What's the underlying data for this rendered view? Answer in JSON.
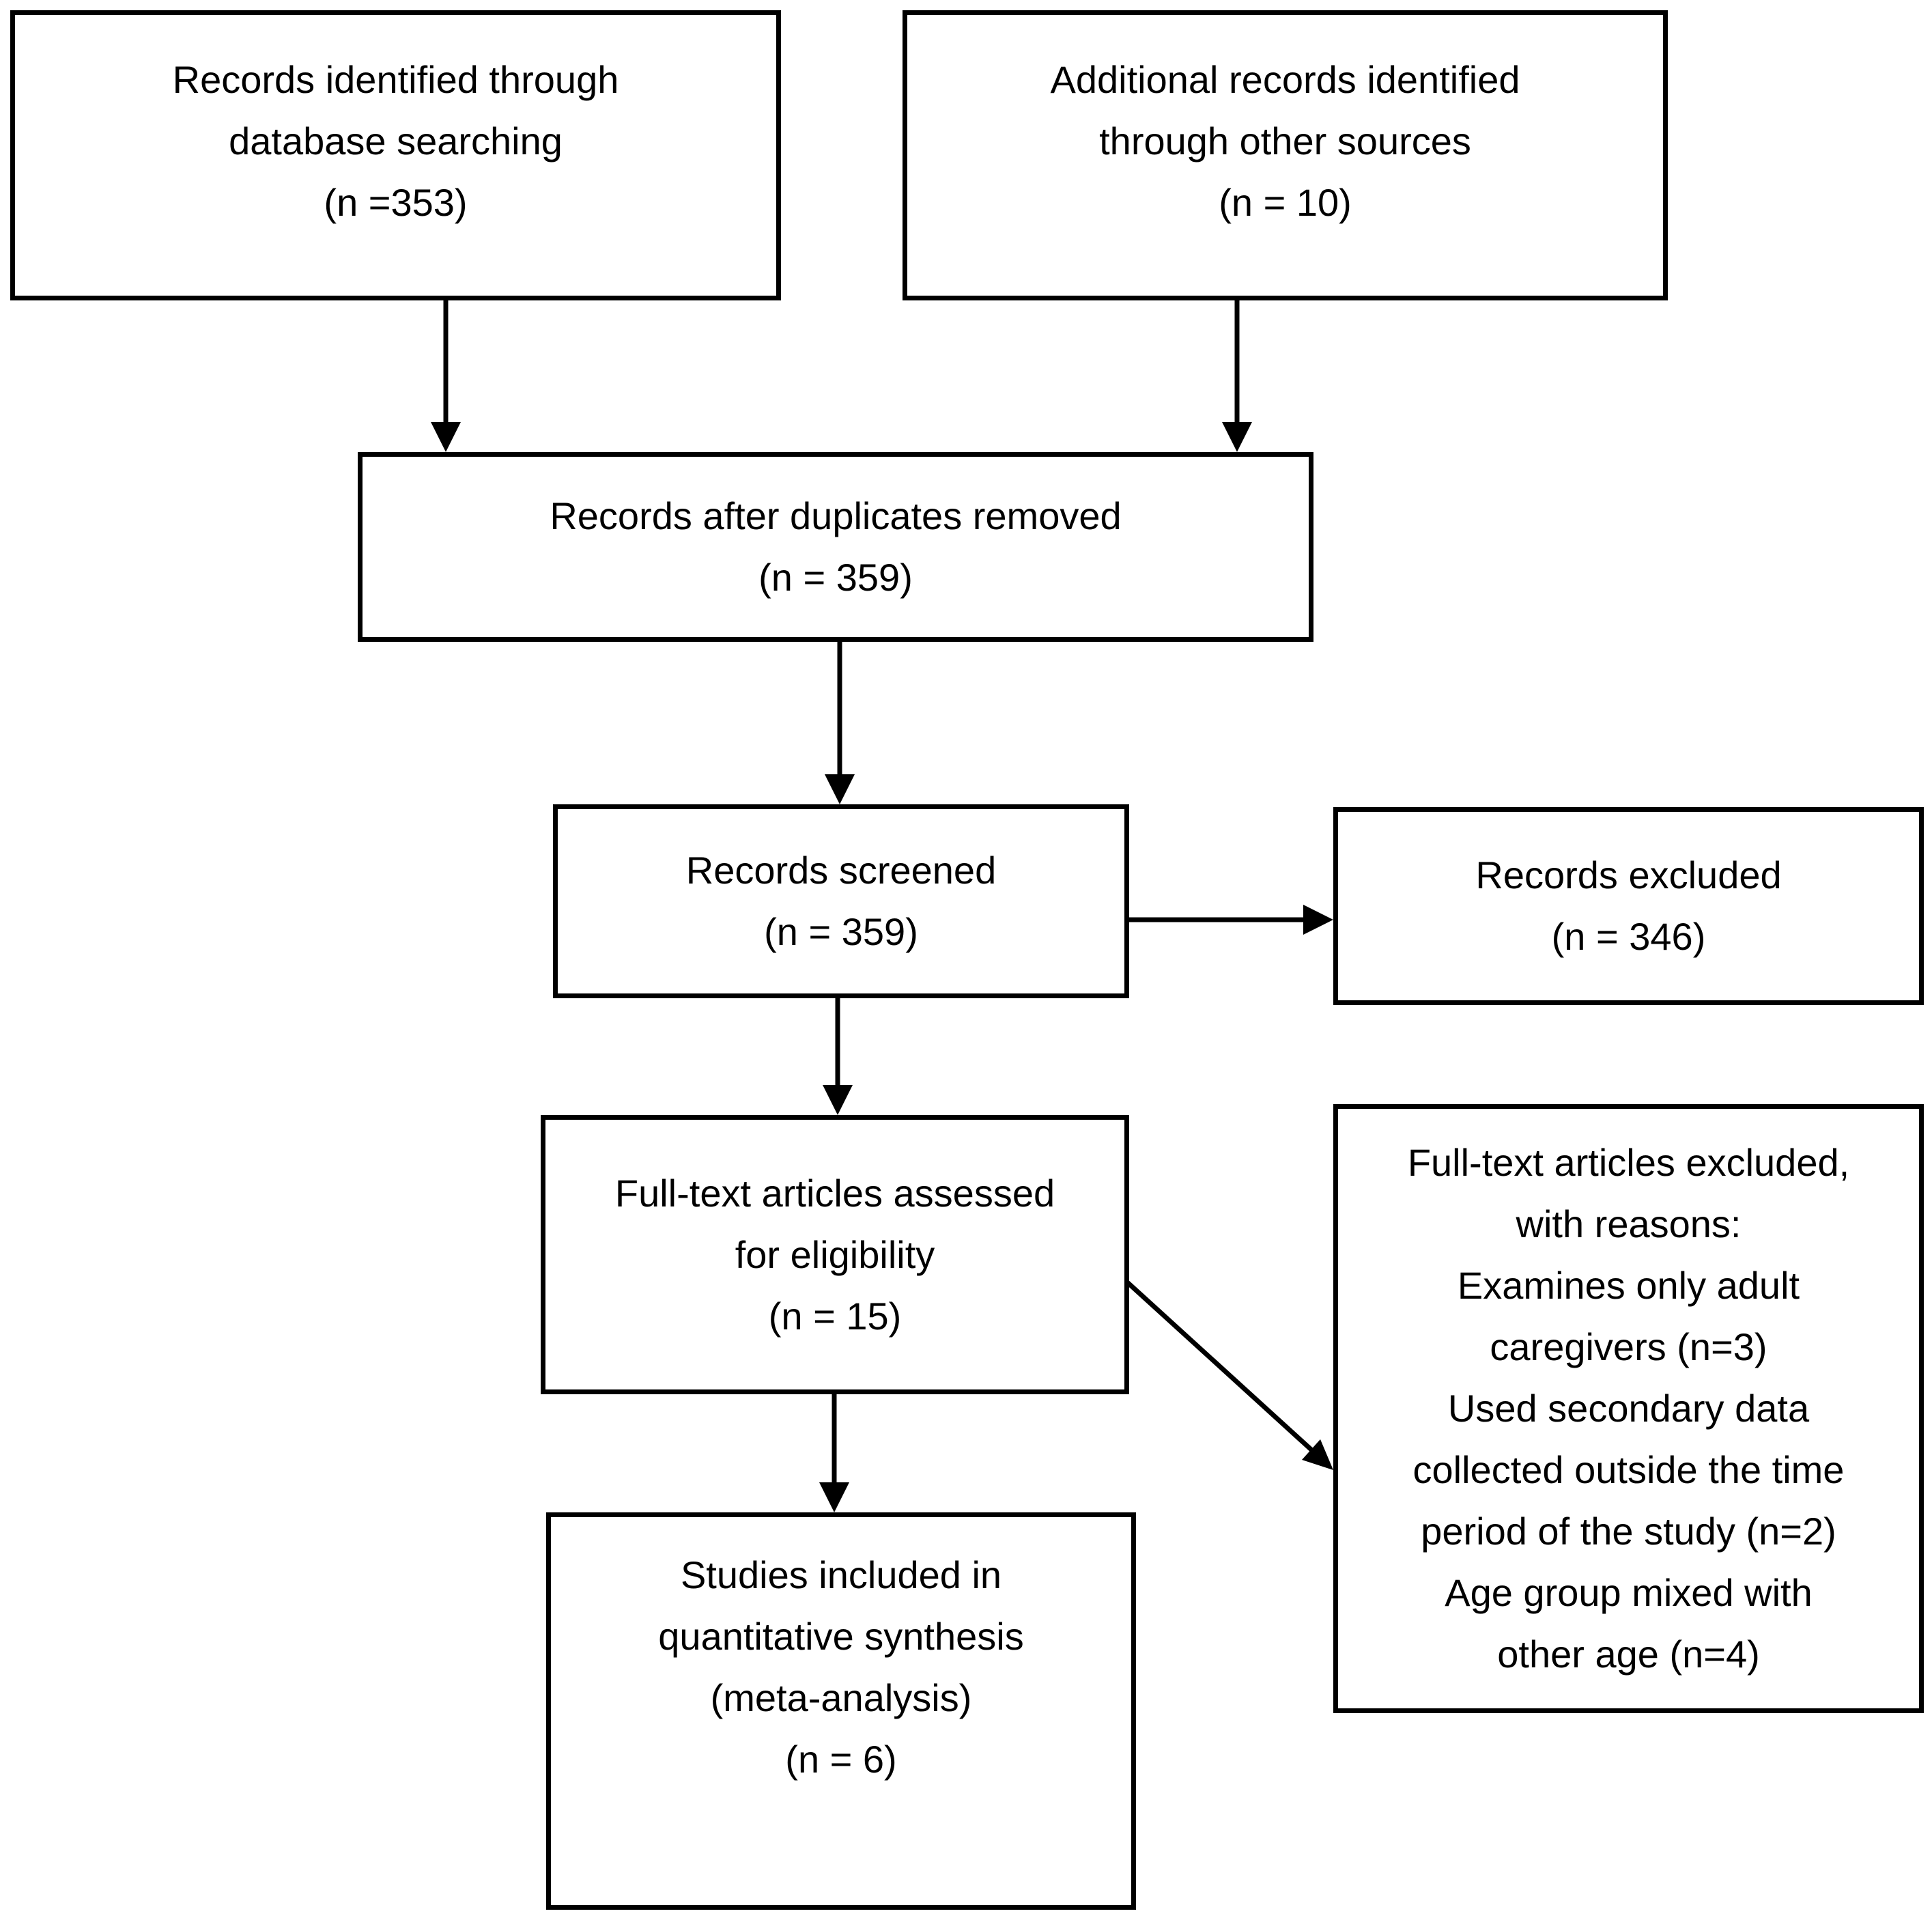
{
  "colors": {
    "background": "#ffffff",
    "line": "#000000",
    "text": "#000000"
  },
  "boxes": {
    "identified_database": {
      "lines": [
        "Records identified through",
        "database searching",
        "(n =353)"
      ]
    },
    "identified_other": {
      "lines": [
        "Additional records identified",
        "through other sources",
        "(n = 10)"
      ]
    },
    "after_duplicates": {
      "lines": [
        "Records after duplicates removed",
        "(n = 359)"
      ]
    },
    "screened": {
      "lines": [
        "Records screened",
        "(n = 359)"
      ]
    },
    "excluded": {
      "lines": [
        "Records excluded",
        "(n = 346)"
      ]
    },
    "fulltext_assessed": {
      "lines": [
        "Full-text articles assessed",
        "for eligibility",
        "(n = 15)"
      ]
    },
    "fulltext_excluded": {
      "lines": [
        "Full-text articles excluded,",
        "with reasons:",
        "Examines only adult",
        "caregivers (n=3)",
        "Used secondary data",
        "collected outside the time",
        "period of the study (n=2)",
        "Age group mixed with",
        "other age (n=4)"
      ]
    },
    "included": {
      "lines": [
        "Studies included in",
        "quantitative synthesis",
        "(meta-analysis)",
        "(n = 6)"
      ]
    }
  }
}
